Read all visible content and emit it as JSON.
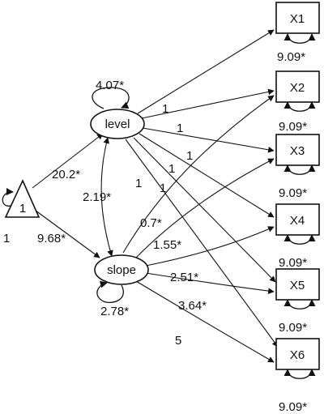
{
  "nodes": {
    "constant": "1",
    "level": "level",
    "slope": "slope",
    "x1": "X1",
    "x2": "X2",
    "x3": "X3",
    "x4": "X4",
    "x5": "X5",
    "x6": "X6"
  },
  "variances": {
    "constant": "1",
    "level": "4.07*",
    "slope": "2.78*",
    "x1": "9.09*",
    "x2": "9.09*",
    "x3": "9.09*",
    "x4": "9.09*",
    "x5": "9.09*",
    "x6": "9.09*"
  },
  "paths": {
    "constant_to_level": "20.2*",
    "constant_to_slope": "9.68*",
    "level_slope_covariance": "2.19*"
  },
  "level_loadings": {
    "x2": "1",
    "x3": "1",
    "x4": "1",
    "x5": "1",
    "x6": "1"
  },
  "slope_loadings": {
    "x2": "0.7*",
    "x3": "1.55*",
    "x4": "2.51*",
    "x5": "3.64*",
    "x6": "5"
  },
  "colors": {
    "stroke": "#111111",
    "background": "#ffffff"
  }
}
